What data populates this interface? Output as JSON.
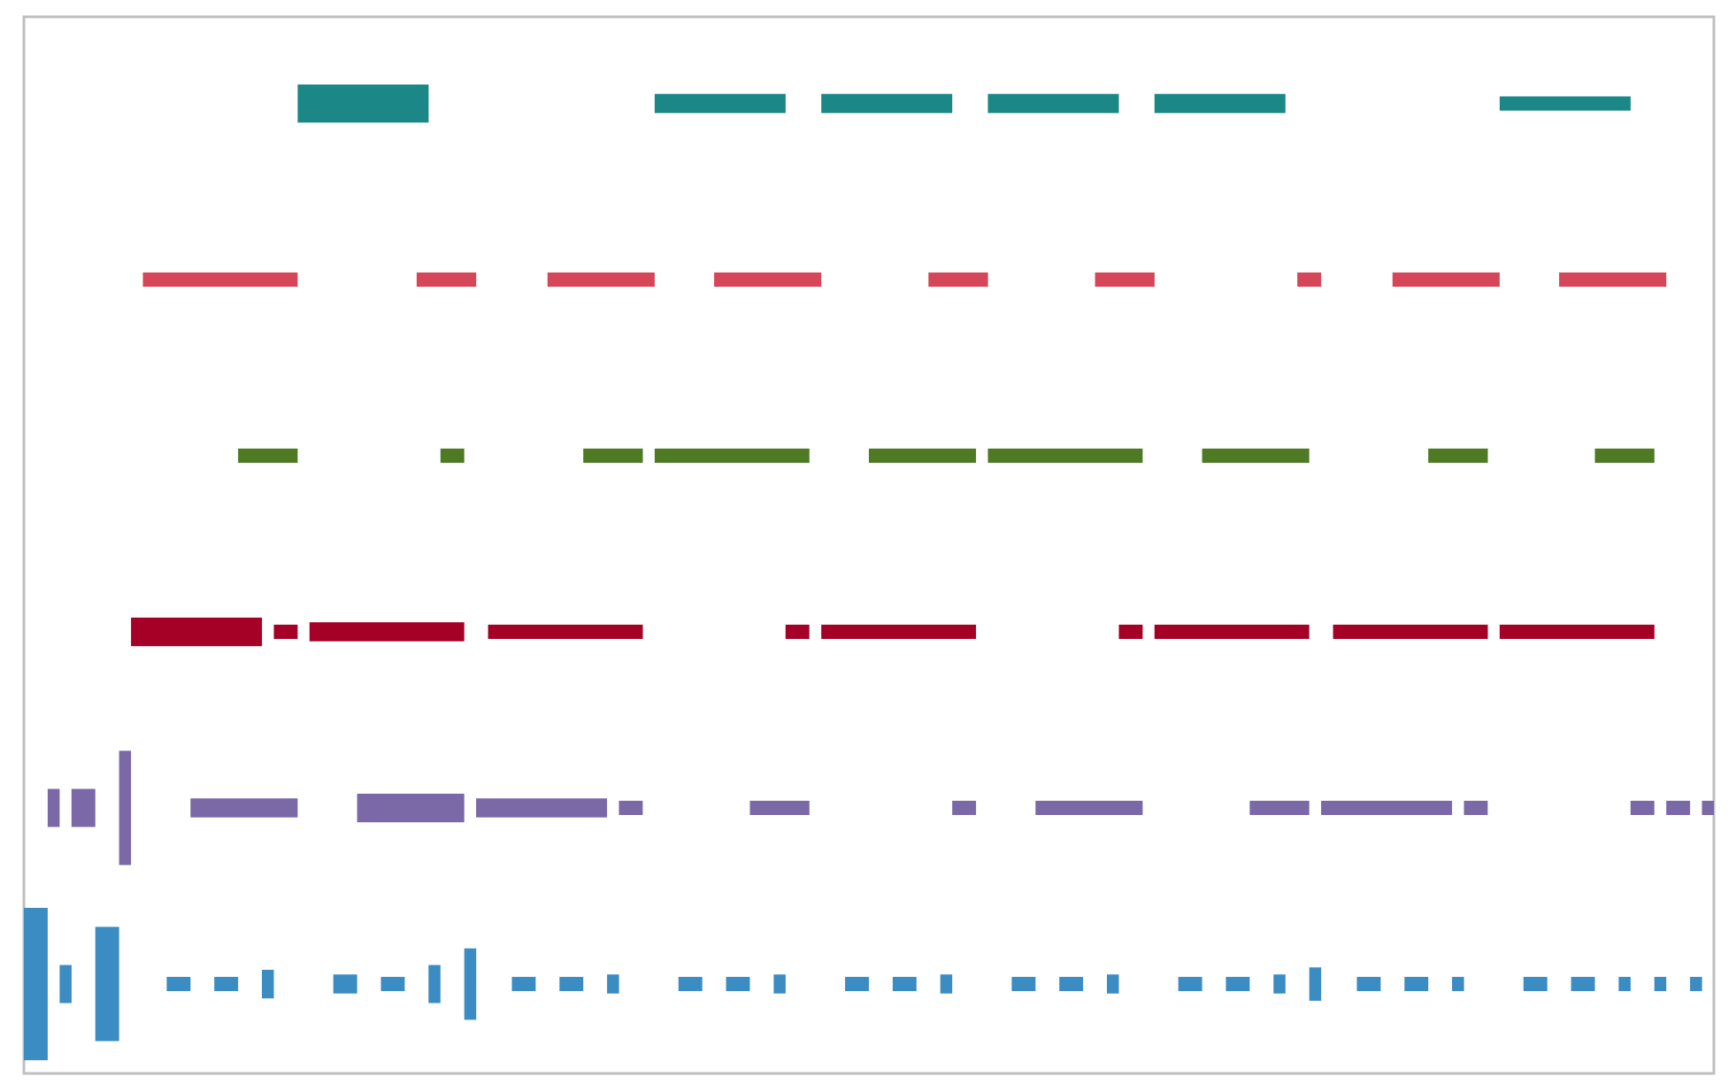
{
  "chart_data": {
    "type": "broken-bar",
    "title": "",
    "xlabel": "",
    "ylabel": "",
    "grid": false,
    "legend": "none",
    "xlim": [
      0,
      71
    ],
    "series": [
      {
        "color": "#1b8787",
        "segments": [
          {
            "x0": 11.5,
            "x1": 17.0,
            "thickness": 1.6
          },
          {
            "x0": 26.5,
            "x1": 32.0,
            "thickness": 0.8
          },
          {
            "x0": 33.5,
            "x1": 39.0,
            "thickness": 0.8
          },
          {
            "x0": 40.5,
            "x1": 46.0,
            "thickness": 0.8
          },
          {
            "x0": 47.5,
            "x1": 53.0,
            "thickness": 0.8
          },
          {
            "x0": 62.0,
            "x1": 67.5,
            "thickness": 0.6
          }
        ]
      },
      {
        "color": "#d44658",
        "segments": [
          {
            "x0": 5.0,
            "x1": 11.5,
            "thickness": 0.6
          },
          {
            "x0": 16.5,
            "x1": 19.0,
            "thickness": 0.6
          },
          {
            "x0": 22.0,
            "x1": 26.5,
            "thickness": 0.6
          },
          {
            "x0": 29.0,
            "x1": 33.5,
            "thickness": 0.6
          },
          {
            "x0": 38.0,
            "x1": 40.5,
            "thickness": 0.6
          },
          {
            "x0": 45.0,
            "x1": 47.5,
            "thickness": 0.6
          },
          {
            "x0": 53.5,
            "x1": 54.5,
            "thickness": 0.6
          },
          {
            "x0": 57.5,
            "x1": 62.0,
            "thickness": 0.6
          },
          {
            "x0": 64.5,
            "x1": 69.0,
            "thickness": 0.6
          }
        ]
      },
      {
        "color": "#4e7a24",
        "segments": [
          {
            "x0": 9.0,
            "x1": 11.5,
            "thickness": 0.6
          },
          {
            "x0": 17.5,
            "x1": 18.5,
            "thickness": 0.6
          },
          {
            "x0": 23.5,
            "x1": 26.0,
            "thickness": 0.6
          },
          {
            "x0": 26.5,
            "x1": 33.0,
            "thickness": 0.6
          },
          {
            "x0": 35.5,
            "x1": 40.0,
            "thickness": 0.6
          },
          {
            "x0": 40.5,
            "x1": 47.0,
            "thickness": 0.6
          },
          {
            "x0": 49.5,
            "x1": 54.0,
            "thickness": 0.6
          },
          {
            "x0": 59.0,
            "x1": 61.5,
            "thickness": 0.6
          },
          {
            "x0": 66.0,
            "x1": 68.5,
            "thickness": 0.6
          }
        ]
      },
      {
        "color": "#a50026",
        "segments": [
          {
            "x0": 4.5,
            "x1": 10.0,
            "thickness": 1.2
          },
          {
            "x0": 10.5,
            "x1": 11.5,
            "thickness": 0.6
          },
          {
            "x0": 12.0,
            "x1": 18.5,
            "thickness": 0.8
          },
          {
            "x0": 19.5,
            "x1": 26.0,
            "thickness": 0.6
          },
          {
            "x0": 32.0,
            "x1": 33.0,
            "thickness": 0.6
          },
          {
            "x0": 33.5,
            "x1": 40.0,
            "thickness": 0.6
          },
          {
            "x0": 46.0,
            "x1": 47.0,
            "thickness": 0.6
          },
          {
            "x0": 47.5,
            "x1": 54.0,
            "thickness": 0.6
          },
          {
            "x0": 55.0,
            "x1": 61.5,
            "thickness": 0.6
          },
          {
            "x0": 62.0,
            "x1": 68.5,
            "thickness": 0.6
          }
        ]
      },
      {
        "color": "#7b68a6",
        "segments": [
          {
            "x0": 1.0,
            "x1": 1.5,
            "thickness": 1.6
          },
          {
            "x0": 2.0,
            "x1": 3.0,
            "thickness": 1.6
          },
          {
            "x0": 4.0,
            "x1": 4.5,
            "thickness": 4.8
          },
          {
            "x0": 7.0,
            "x1": 11.5,
            "thickness": 0.8
          },
          {
            "x0": 14.0,
            "x1": 18.5,
            "thickness": 1.2
          },
          {
            "x0": 19.0,
            "x1": 24.5,
            "thickness": 0.8
          },
          {
            "x0": 25.0,
            "x1": 26.0,
            "thickness": 0.6
          },
          {
            "x0": 30.5,
            "x1": 33.0,
            "thickness": 0.6
          },
          {
            "x0": 39.0,
            "x1": 40.0,
            "thickness": 0.6
          },
          {
            "x0": 42.5,
            "x1": 47.0,
            "thickness": 0.6
          },
          {
            "x0": 51.5,
            "x1": 54.0,
            "thickness": 0.6
          },
          {
            "x0": 54.5,
            "x1": 60.0,
            "thickness": 0.6
          },
          {
            "x0": 60.5,
            "x1": 61.5,
            "thickness": 0.6
          },
          {
            "x0": 67.5,
            "x1": 68.5,
            "thickness": 0.6
          },
          {
            "x0": 69.0,
            "x1": 70.0,
            "thickness": 0.6
          },
          {
            "x0": 70.5,
            "x1": 71.0,
            "thickness": 0.6
          }
        ]
      },
      {
        "color": "#3a8cc2",
        "segments": [
          {
            "x0": 0.0,
            "x1": 1.0,
            "thickness": 6.4
          },
          {
            "x0": 1.5,
            "x1": 2.0,
            "thickness": 1.6
          },
          {
            "x0": 3.0,
            "x1": 4.0,
            "thickness": 4.8
          },
          {
            "x0": 6.0,
            "x1": 7.0,
            "thickness": 0.6
          },
          {
            "x0": 8.0,
            "x1": 9.0,
            "thickness": 0.6
          },
          {
            "x0": 10.0,
            "x1": 10.5,
            "thickness": 1.2
          },
          {
            "x0": 13.0,
            "x1": 14.0,
            "thickness": 0.8
          },
          {
            "x0": 15.0,
            "x1": 16.0,
            "thickness": 0.6
          },
          {
            "x0": 17.0,
            "x1": 17.5,
            "thickness": 1.6
          },
          {
            "x0": 18.5,
            "x1": 19.0,
            "thickness": 3.0
          },
          {
            "x0": 20.5,
            "x1": 21.5,
            "thickness": 0.6
          },
          {
            "x0": 22.5,
            "x1": 23.5,
            "thickness": 0.6
          },
          {
            "x0": 24.5,
            "x1": 25.0,
            "thickness": 0.8
          },
          {
            "x0": 27.5,
            "x1": 28.5,
            "thickness": 0.6
          },
          {
            "x0": 29.5,
            "x1": 30.5,
            "thickness": 0.6
          },
          {
            "x0": 31.5,
            "x1": 32.0,
            "thickness": 0.8
          },
          {
            "x0": 34.5,
            "x1": 35.5,
            "thickness": 0.6
          },
          {
            "x0": 36.5,
            "x1": 37.5,
            "thickness": 0.6
          },
          {
            "x0": 38.5,
            "x1": 39.0,
            "thickness": 0.8
          },
          {
            "x0": 41.5,
            "x1": 42.5,
            "thickness": 0.6
          },
          {
            "x0": 43.5,
            "x1": 44.5,
            "thickness": 0.6
          },
          {
            "x0": 45.5,
            "x1": 46.0,
            "thickness": 0.8
          },
          {
            "x0": 48.5,
            "x1": 49.5,
            "thickness": 0.6
          },
          {
            "x0": 50.5,
            "x1": 51.5,
            "thickness": 0.6
          },
          {
            "x0": 52.5,
            "x1": 53.0,
            "thickness": 0.8
          },
          {
            "x0": 54.0,
            "x1": 54.5,
            "thickness": 1.4
          },
          {
            "x0": 56.0,
            "x1": 57.0,
            "thickness": 0.6
          },
          {
            "x0": 58.0,
            "x1": 59.0,
            "thickness": 0.6
          },
          {
            "x0": 60.0,
            "x1": 60.5,
            "thickness": 0.6
          },
          {
            "x0": 63.0,
            "x1": 64.0,
            "thickness": 0.6
          },
          {
            "x0": 65.0,
            "x1": 66.0,
            "thickness": 0.6
          },
          {
            "x0": 67.0,
            "x1": 67.5,
            "thickness": 0.6
          },
          {
            "x0": 68.5,
            "x1": 69.0,
            "thickness": 0.6
          },
          {
            "x0": 70.0,
            "x1": 70.5,
            "thickness": 0.6
          }
        ]
      }
    ]
  }
}
